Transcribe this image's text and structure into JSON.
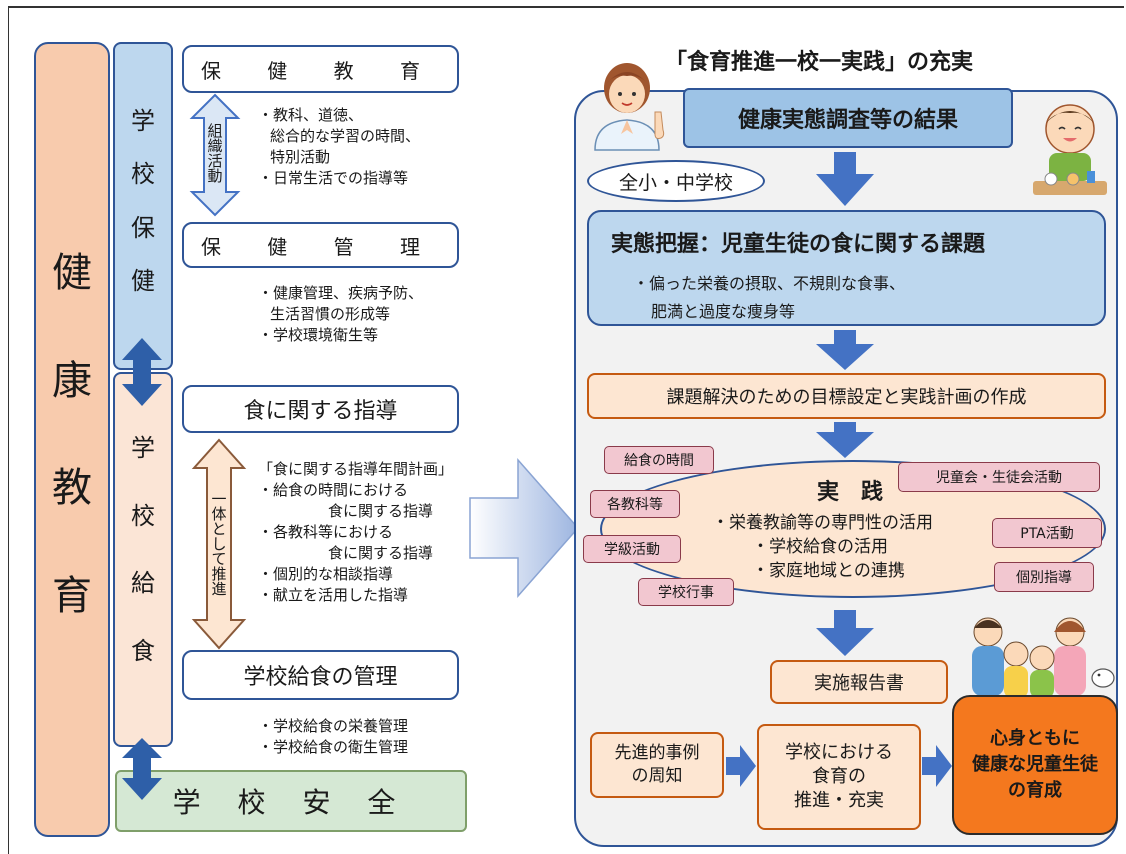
{
  "left": {
    "health_edu_chars": [
      "健",
      "康",
      "教",
      "育"
    ],
    "school_health_chars": [
      "学",
      "校",
      "保",
      "健"
    ],
    "school_lunch_chars": [
      "学",
      "校",
      "給",
      "食"
    ],
    "hoken_kyoiku": "保 健 教 育",
    "hoken_kyoiku_notes": [
      "・教科、道徳、",
      "総合的な学習の時間、",
      "特別活動",
      "・日常生活での指導等"
    ],
    "soshiki_chars": [
      "組",
      "織",
      "活",
      "動"
    ],
    "hoken_kanri": "保 健 管 理",
    "hoken_kanri_notes": [
      "・健康管理、疾病予防、",
      "生活習慣の形成等",
      "・学校環境衛生等"
    ],
    "shokushido": "食に関する指導",
    "ittai_chars": [
      "一",
      "体",
      "と",
      "し",
      "て",
      "推",
      "進"
    ],
    "shokushido_notes": [
      "「食に関する指導年間計画」",
      "・給食の時間における",
      "食に関する指導",
      "・各教科等における",
      "食に関する指導",
      "・個別的な相談指導",
      "・献立を活用した指導"
    ],
    "kyushoku_kanri": "学校給食の管理",
    "kyushoku_kanri_notes": [
      "・学校給食の栄養管理",
      "・学校給食の衛生管理"
    ],
    "gakko_anzen": "学 校 安 全"
  },
  "right": {
    "title": "「食育推進一校一実践」の充実",
    "kenko_chosa": "健康実態調査等の結果",
    "scope": "全小・中学校",
    "jittai_title": "実態把握：児童生徒の食に関する課題",
    "jittai_notes": [
      "・偏った栄養の摂取、不規則な食事、",
      "肥満と過度な痩身等"
    ],
    "mokuhyo": "課題解決のための目標設定と実践計画の作成",
    "jissen_title": "実　践",
    "jissen_notes": [
      "・栄養教諭等の専門性の活用",
      "・学校給食の活用",
      "・家庭地域との連携"
    ],
    "tags": [
      "給食の時間",
      "各教科等",
      "学級活動",
      "学校行事",
      "児童会・生徒会活動",
      "PTA活動",
      "個別指導"
    ],
    "hokokusho": "実施報告書",
    "senshin": [
      "先進的事例",
      "の周知"
    ],
    "gakko_suishin": [
      "学校における",
      "食育の",
      "推進・充実"
    ],
    "goal": [
      "心身ともに",
      "健康な児童生徒",
      "の育成"
    ]
  },
  "colors": {
    "blue": "#4472c4",
    "navy": "#2f5597",
    "light_blue": "#bdd7ee",
    "salmon": "#f8cbad",
    "cream": "#fbe5d6",
    "green": "#d5e8d4",
    "orange": "#f4781e",
    "pink": "#f2c7d0"
  }
}
